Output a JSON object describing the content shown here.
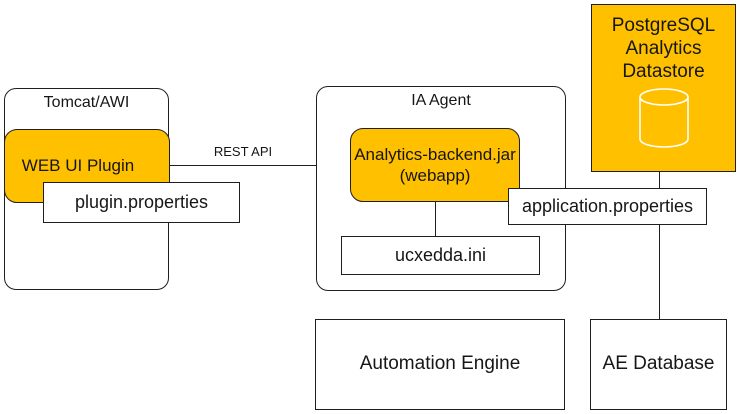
{
  "diagram": {
    "tomcat": {
      "title": "Tomcat/AWI",
      "plugin_label": "WEB UI Plugin",
      "properties_file": "plugin.properties"
    },
    "connector": {
      "rest_api_label": "REST API"
    },
    "ia_agent": {
      "title": "IA Agent",
      "backend_line1": "Analytics-backend.jar",
      "backend_line2": "(webapp)",
      "ini_file": "ucxedda.ini"
    },
    "datastore": {
      "name_lines": [
        "PostgreSQL",
        "Analytics",
        "Datastore"
      ],
      "icon": "database-cylinder-icon"
    },
    "application_properties_file": "application.properties",
    "automation_engine": {
      "label": "Automation Engine"
    },
    "ae_database": {
      "label": "AE Database"
    },
    "colors": {
      "accent_orange": "#FFC000",
      "border": "#1F1F1F",
      "background": "#FFFFFF",
      "cylinder_stroke": "#FFFFFF"
    }
  }
}
